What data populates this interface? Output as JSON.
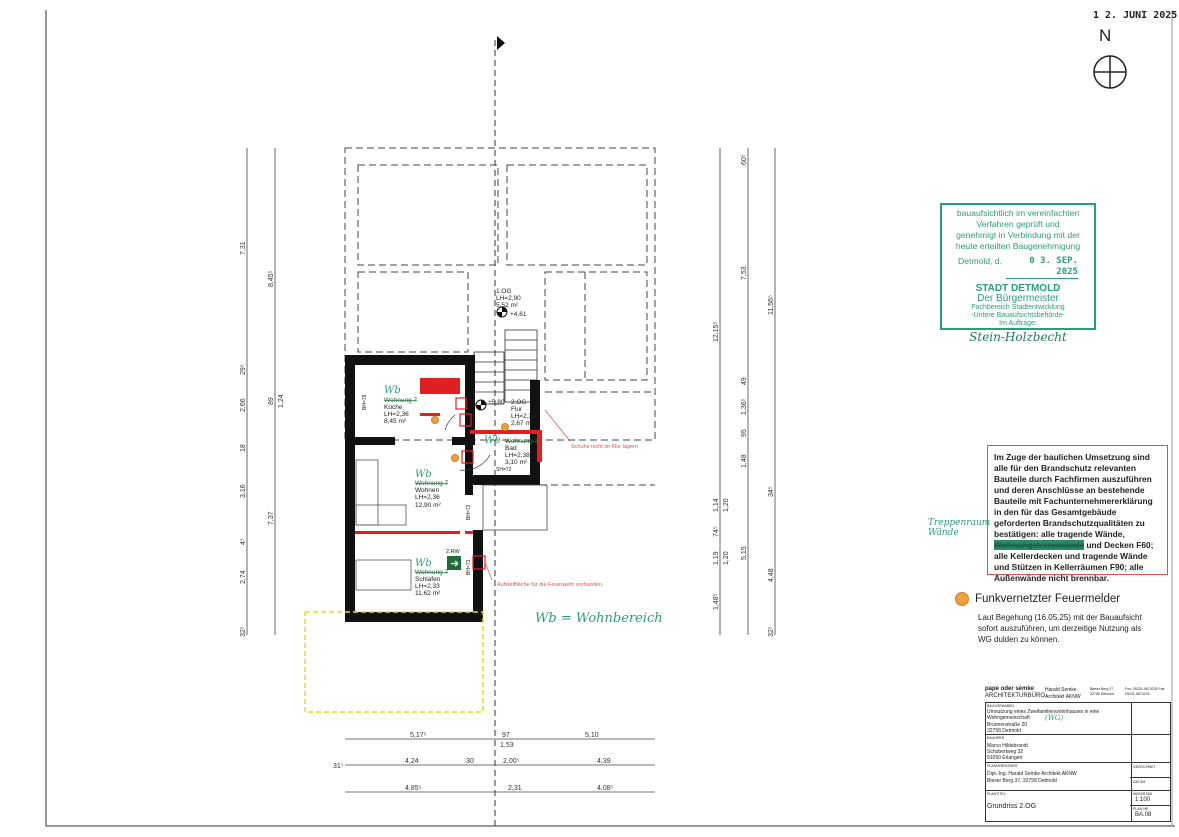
{
  "header": {
    "received_stamp": "1 2. JUNI 2025",
    "north_label": "N"
  },
  "approval_stamp": {
    "text_lines": [
      "bauaufsichtlich im vereinfachten",
      "Verfahren geprüft und",
      "genehmigt in Verbindung mit der",
      "heute erteilten Baugenehmigung"
    ],
    "place_label": "Detmold, d.",
    "date": "0 3. SEP. 2025",
    "city": "STADT DETMOLD",
    "office": "Der Bürgermeister",
    "department": "Fachbereich Stadtentwicklung",
    "authority": "-Untere Bauaufsichtsbehörde-",
    "on_behalf": "Im Auftrage:",
    "signature": "Stein-Holzbecht",
    "color": "#2a9d7a"
  },
  "fire_note": {
    "text": "Im Zuge der baulichen Umsetzung sind alle für den Brandschutz relevanten Bauteile durch Fachfirmen auszuführen und deren Anschlüsse an bestehende Bauteile mit Fachunternehmererklärung in den für das Gesamtgebäude geforderten Brandschutzqualitäten zu bestätigen: alle tragende Wände,",
    "struck_text": "Wohnungstrennwände",
    "text_after": " und Decken F60; alle Kellerdecken und tragende Wände und Stützen in Kellerräumen F90; alle Außenwände nicht brennbar.",
    "handwritten_annotation": "Treppenraum Wände",
    "border_color": "#d9534f"
  },
  "legend": {
    "symbol_color": "#f0a040",
    "title": "Funkvernetzter Feuermelder",
    "text": "Laut Begehung (16.05.25) mit der Bauaufsicht sofort auszuführen, um derzeitige Nutzung als WG dulden zu können."
  },
  "plan": {
    "upper_floor": {
      "level": "1.OG",
      "height": "LH=2,90",
      "area": "5,52 m²",
      "elevation": "+4,61"
    },
    "rooms": [
      {
        "tag": "Wb",
        "struck": "Wohnung 7",
        "name": "Küche",
        "height": "LH=2,36",
        "area": "8,45 m²"
      },
      {
        "level": "2.OG",
        "name": "Flur",
        "height": "LH=2,38",
        "area": "2,67 m²",
        "elevation": "+5,80"
      },
      {
        "tag": "Wb",
        "struck": "Wohnung 7",
        "name": "Bad",
        "height": "LH=2,38",
        "area": "3,10 m²"
      },
      {
        "tag": "Wb",
        "struck": "Wohnung 7",
        "name": "Wohnen",
        "height": "LH=2,36",
        "area": "12,90 m²"
      },
      {
        "tag": "Wb",
        "struck": "Wohnung 7",
        "name": "Schlafen",
        "height": "LH=2,33",
        "area": "11,62 m²"
      }
    ],
    "window_labels": [
      "BH=79",
      "SH=72",
      "BH=72",
      "BH=73"
    ],
    "escape_sign": "2.RW",
    "note_shoes": "Schuhe nicht im Flur lagern",
    "note_fire_brigade": "Aufstellfläche für die Feuerwehr vorhanden.",
    "handwritten_legend": "Wb = Wohnbereich",
    "wall_color": "#111111",
    "fire_wall_color": "#e02020"
  },
  "dimensions": {
    "bottom_row1": [
      "5,17⁵",
      "97",
      "1,53",
      "5,10"
    ],
    "bottom_row2": [
      "31⁵",
      "4,24",
      "30",
      "2,00⁵",
      "4,39"
    ],
    "bottom_row3": [
      "4,85⁵",
      "2,31",
      "4,08⁵"
    ],
    "left_col1": [
      "7,31",
      "29⁵",
      "2,66",
      "18",
      "3,16",
      "4⁵",
      "2,74",
      "32⁵"
    ],
    "left_col2": [
      "8,45⁵",
      "89",
      "1,24",
      "7,37"
    ],
    "right_col1": [
      "12,15⁵",
      "1,14",
      "1,20",
      "74⁵",
      "1,19",
      "1,20",
      "1,48⁵"
    ],
    "right_col2": [
      "60⁵",
      "7,53",
      "49",
      "1,36⁵",
      "95",
      "1,48",
      "5,15"
    ],
    "right_col3": [
      "11,56⁵",
      "34⁵",
      "4,48",
      "32⁵"
    ]
  },
  "title_block": {
    "office_name": "pape oder semke",
    "office_type": "ARCHITEKTURBÜRO",
    "architect": "Harald Semke",
    "architect_title": "Architekt AKNW",
    "address_short": "Bieser Berg 37 32758 Detmold",
    "contact": "Fon: 05231-5674225 Fax: 05231-5674224",
    "project_label": "BAUVORHABEN",
    "project": "Umnutzung eines Zweifamilienwohnhauses in eine Wohngemeinschaft",
    "project_annotation": "(WG)",
    "project_address": "Brunnenstraße 20 32758 Detmold",
    "client_label": "BAUHERR",
    "client": "Marco Hildebrandt",
    "client_address": "Schobertweg 32 91050 Erlangen",
    "designer_label": "PLANVERFASSER",
    "designer": "Dipl.-Ing. Harald Semke Architekt AKNW",
    "designer_address": "Bieser Berg 37, 32758 Detmold",
    "signed_label": "GEZEICHNET",
    "date_label": "DATUM",
    "plan_content_label": "PLANTITEL",
    "plan_title": "Grundriss 2.OG",
    "scale_label": "MASSSTAB",
    "scale": "1:100",
    "plan_no_label": "PLAN NR",
    "plan_no": "BA.08"
  }
}
